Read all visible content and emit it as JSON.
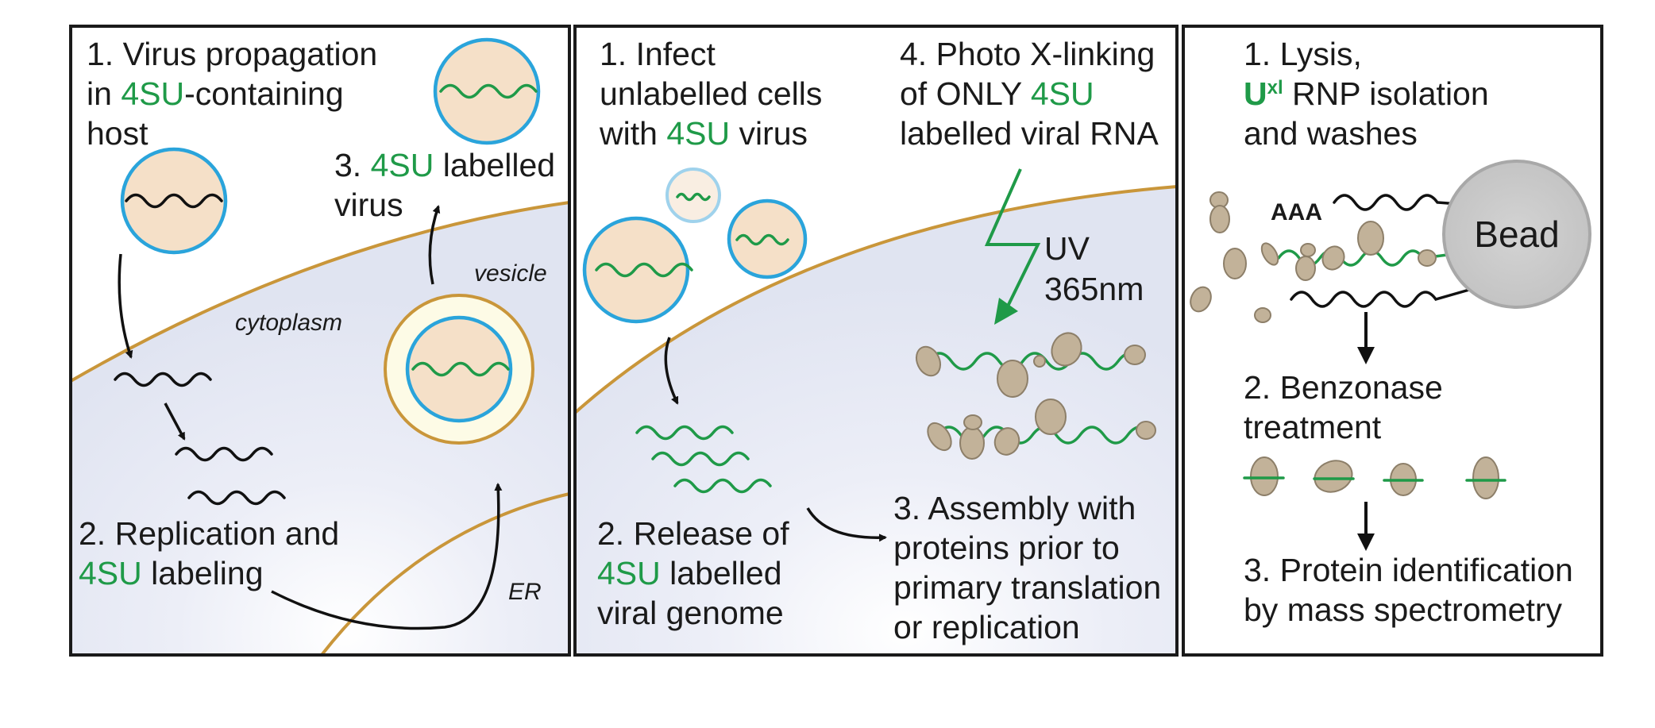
{
  "panel1": {
    "step1": {
      "l1": "1. Virus propagation",
      "l2_pre": "in ",
      "l2_green": "4SU",
      "l2_post": "-containing",
      "l3": "host"
    },
    "step2": {
      "l1": "2. Replication and",
      "l2_green": "4SU",
      "l2_post": " labeling"
    },
    "step3": {
      "l1_pre": "3. ",
      "l1_green": "4SU",
      "l1_post": " labelled",
      "l2": "virus"
    },
    "label_cytoplasm": "cytoplasm",
    "label_vesicle": "vesicle",
    "label_er": "ER"
  },
  "panel2": {
    "step1": {
      "l1": "1. Infect",
      "l2": "unlabelled cells",
      "l3_pre": "with ",
      "l3_green": "4SU",
      "l3_post": " virus"
    },
    "step4": {
      "l1": "4. Photo X-linking",
      "l2_pre": "of ONLY ",
      "l2_green": "4SU",
      "l3": "labelled viral RNA"
    },
    "uv": {
      "l1": "UV",
      "l2": "365nm"
    },
    "step2": {
      "l1": "2. Release of",
      "l2_green": "4SU",
      "l2_post": " labelled",
      "l3": "viral genome"
    },
    "step3": {
      "l1": "3. Assembly with",
      "l2": "proteins prior to",
      "l3": "primary translation",
      "l4": "or replication"
    }
  },
  "panel3": {
    "step1": {
      "l1": "1. Lysis,",
      "l2_green": "U",
      "l2_sup": "xl",
      "l2_post": " RNP isolation",
      "l3": "and washes"
    },
    "polya": "AAA",
    "bead": "Bead",
    "step2": {
      "l1": "2. Benzonase",
      "l2": "treatment"
    },
    "step3": {
      "l1": "3. Protein identification",
      "l2": "by mass spectrometry"
    }
  },
  "colors": {
    "green": "#1f9a48",
    "virus_outline": "#2aa4db",
    "membrane": "#c9963a",
    "protein": "#c2b299",
    "bead": "#c8c8c8",
    "cell_fill": "#e6e9f4"
  }
}
